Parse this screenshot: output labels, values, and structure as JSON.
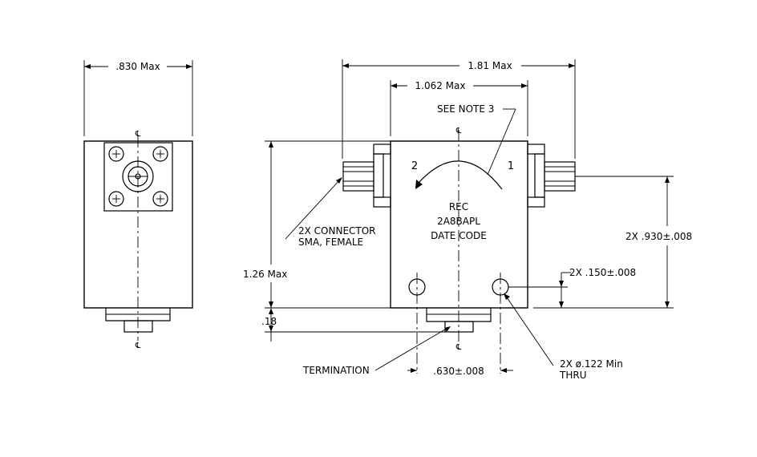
{
  "left_view": {
    "width_dim": ".830 Max",
    "centerline_symbol": "℄"
  },
  "right_view": {
    "overall_length_dim": "1.81 Max",
    "body_length_dim": "1.062 Max",
    "height_dim": "1.26 Max",
    "note_callout": "SEE NOTE 3",
    "port_2": "2",
    "port_1": "1",
    "label_line1": "REC",
    "label_line2": "2A8BAPL",
    "label_line3": "DATE CODE",
    "connector_line1": "2X CONNECTOR",
    "connector_line2": "SMA, FEMALE",
    "connector_height_dim": "2X .930±.008",
    "hole_offset_dim": "2X .150±.008",
    "tab_dim": ".18",
    "termination": "TERMINATION",
    "hole_spacing_dim": ".630±.008",
    "hole_dia_line1": "2X ø.122 Min",
    "hole_dia_line2": "THRU",
    "centerline_symbol": "℄"
  }
}
